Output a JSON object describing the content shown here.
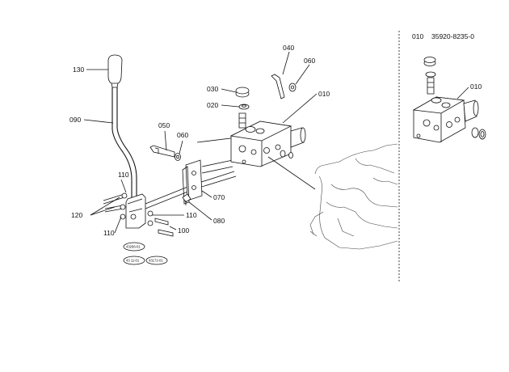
{
  "header": {
    "ref": "010",
    "part_number": "35920-8235-0"
  },
  "callouts": {
    "c130": "130",
    "c090": "090",
    "c040": "040",
    "c060a": "060",
    "c030": "030",
    "c020": "020",
    "c010": "010",
    "c050": "050",
    "c060b": "060",
    "c110a": "110",
    "c120": "120",
    "c110b": "110",
    "c110c": "110",
    "c070": "070",
    "c080": "080",
    "c100": "100",
    "c010_inset": "010"
  },
  "stamps": [
    "43266-01",
    "43 11-01",
    "43172-01"
  ]
}
